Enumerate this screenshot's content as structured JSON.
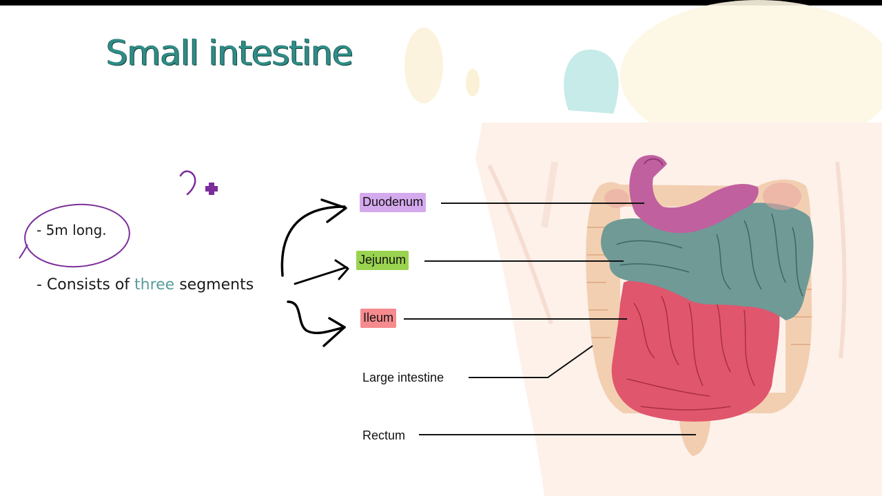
{
  "slide": {
    "title": "Small intestine",
    "bullets": {
      "length": "- 5m long.",
      "segments_prefix": "- Consists of ",
      "segments_highlight": "three",
      "segments_suffix": " segments"
    }
  },
  "diagram": {
    "labels": {
      "duodenum": "Duodenum",
      "jejunum": "Jejunum",
      "ileum": "Ileum",
      "large_intestine": "Large intestine",
      "rectum": "Rectum"
    },
    "colors": {
      "title": "#2f8d86",
      "highlight_word": "#5a9c9d",
      "duodenum": "#c0609f",
      "jejunum": "#6f9a96",
      "ileum": "#e0566d",
      "large_intestine": "#f1c9a8",
      "annotation_ink": "#7b2d9a"
    }
  }
}
